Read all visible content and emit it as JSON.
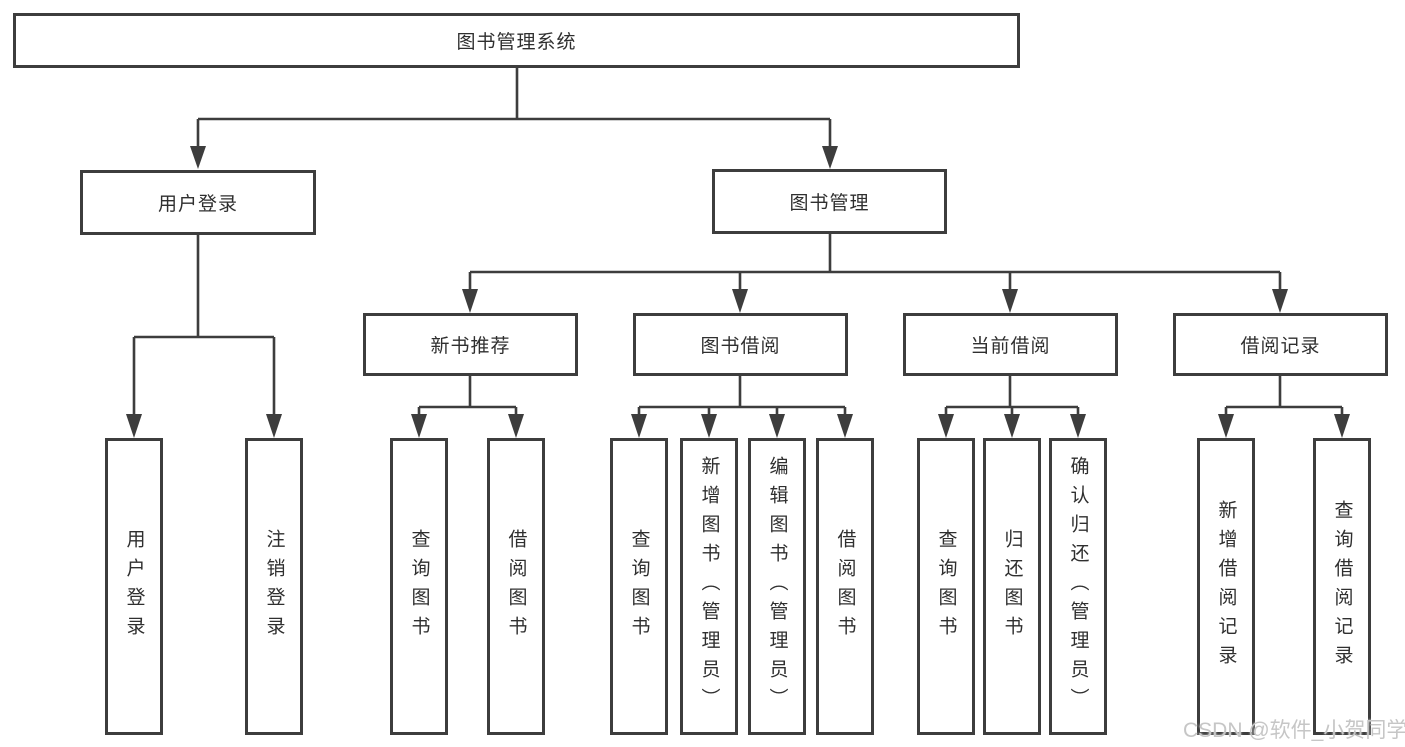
{
  "tree": {
    "root": {
      "label": "图书管理系统"
    },
    "branches": [
      {
        "label": "用户登录",
        "children": [
          {
            "label": "用户登录"
          },
          {
            "label": "注销登录"
          }
        ]
      },
      {
        "label": "图书管理",
        "sections": [
          {
            "label": "新书推荐",
            "children": [
              {
                "label": "查询图书"
              },
              {
                "label": "借阅图书"
              }
            ]
          },
          {
            "label": "图书借阅",
            "children": [
              {
                "label": "查询图书"
              },
              {
                "label": "新增图书（管理员）"
              },
              {
                "label": "编辑图书（管理员）"
              },
              {
                "label": "借阅图书"
              }
            ]
          },
          {
            "label": "当前借阅",
            "children": [
              {
                "label": "查询图书"
              },
              {
                "label": "归还图书"
              },
              {
                "label": "确认归还（管理员）"
              }
            ]
          },
          {
            "label": "借阅记录",
            "children": [
              {
                "label": "新增借阅记录"
              },
              {
                "label": "查询借阅记录"
              }
            ]
          }
        ]
      }
    ]
  },
  "watermark": {
    "text": "CSDN @软件_小贺同学"
  },
  "colors": {
    "line": "#3d3d3d",
    "text": "#2f2f2f",
    "background": "#ffffff",
    "watermark": "#c6c6c6"
  }
}
